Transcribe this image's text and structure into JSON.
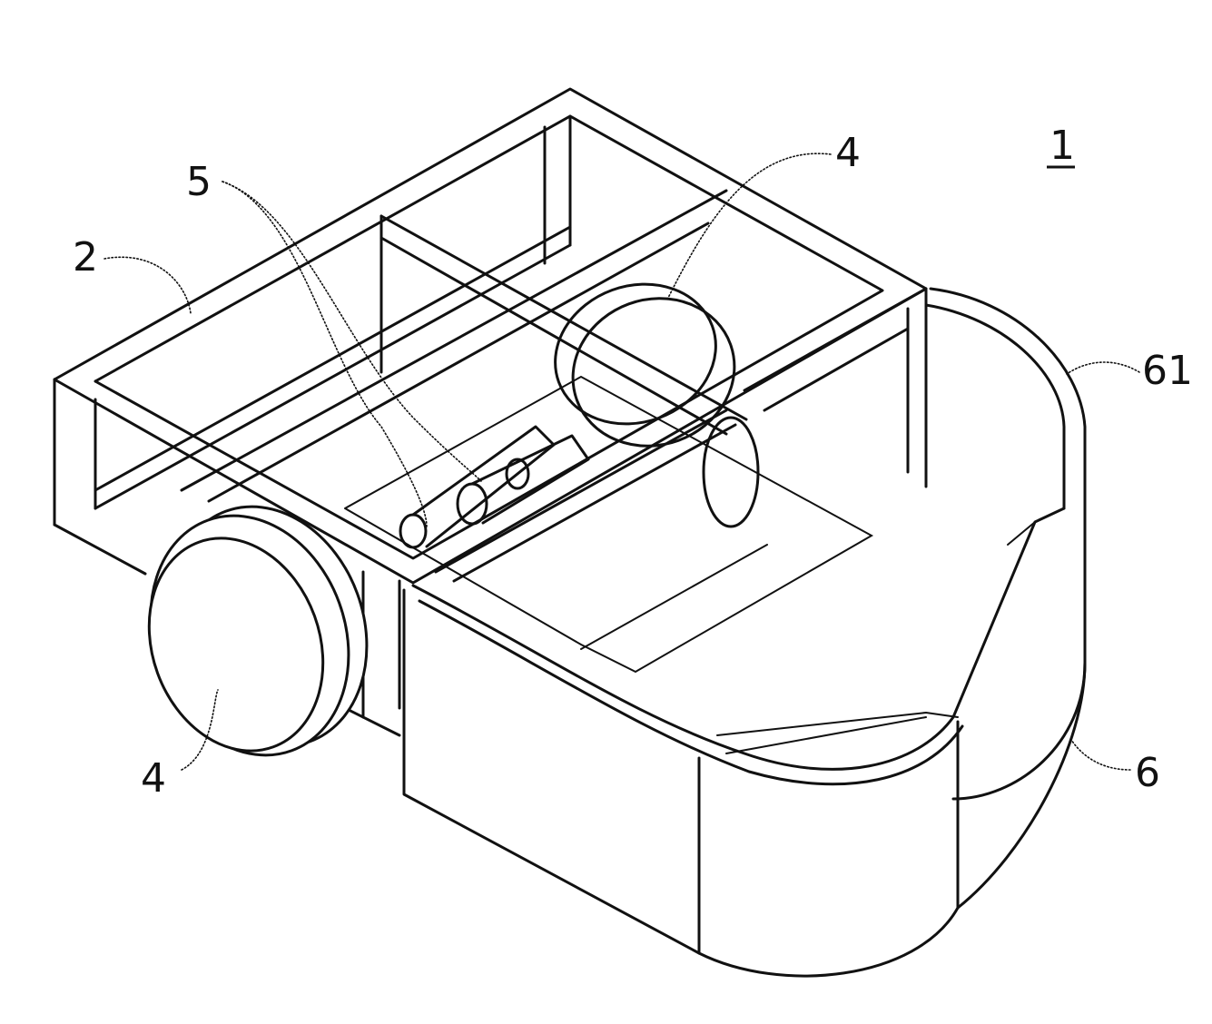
{
  "figure": {
    "labels": {
      "assembly": "1",
      "frame": "2",
      "wheel_left": "4",
      "wheel_right": "4",
      "motor": "5",
      "bumper": "6",
      "bumper_edge": "61"
    }
  }
}
